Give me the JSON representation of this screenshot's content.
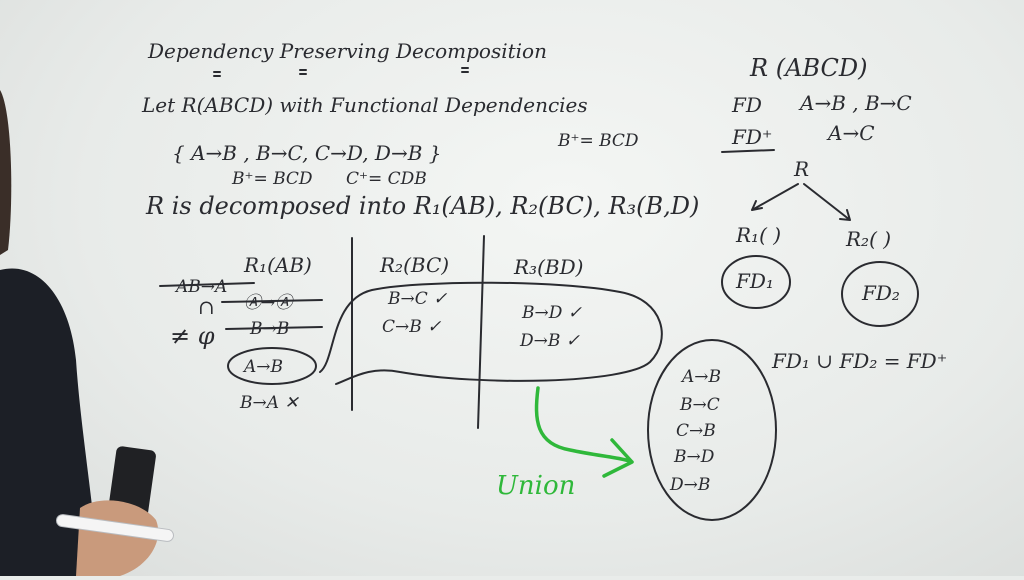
{
  "title": "Dependency Preserving Decomposition",
  "intro": {
    "line1": "Let  R(ABCD)  with Functional Dependencies",
    "fd_set": "{ A→B , B→C,  C→D,  D→B }",
    "b_closure": "B⁺= BCD",
    "b_closure2": "B⁺= BCD",
    "c_closure": "C⁺= CDB",
    "decomposed": "R is decomposed into R₁(AB), R₂(BC), R₃(B,D)"
  },
  "table": {
    "col1": {
      "header": "R₁(AB)",
      "rows": [
        "AB→A",
        "Ⓐ→Ⓐ",
        "B→B",
        "A→B",
        "B→A ✕"
      ],
      "side_marks": [
        "∩",
        "≠ φ"
      ]
    },
    "col2": {
      "header": "R₂(BC)",
      "rows": [
        "B→C ✓",
        "C→B ✓"
      ]
    },
    "col3": {
      "header": "R₃(BD)",
      "rows": [
        "B→D ✓",
        "D→B ✓"
      ]
    }
  },
  "union_label": "Union",
  "union_box": [
    "A→B",
    "B→C",
    "C→B",
    "B→D",
    "D→B"
  ],
  "right_panel": {
    "relation": "R (ABCD)",
    "fd_label": "FD",
    "fd_value": "A→B , B→C",
    "fdplus_label": "FD⁺",
    "fdplus_value": "A→C",
    "tree_root": "R",
    "tree_left": "R₁(  )",
    "tree_right": "R₂(   )",
    "fd1": "FD₁",
    "fd2": "FD₂",
    "equation": "FD₁ ∪ FD₂ = FD⁺"
  }
}
